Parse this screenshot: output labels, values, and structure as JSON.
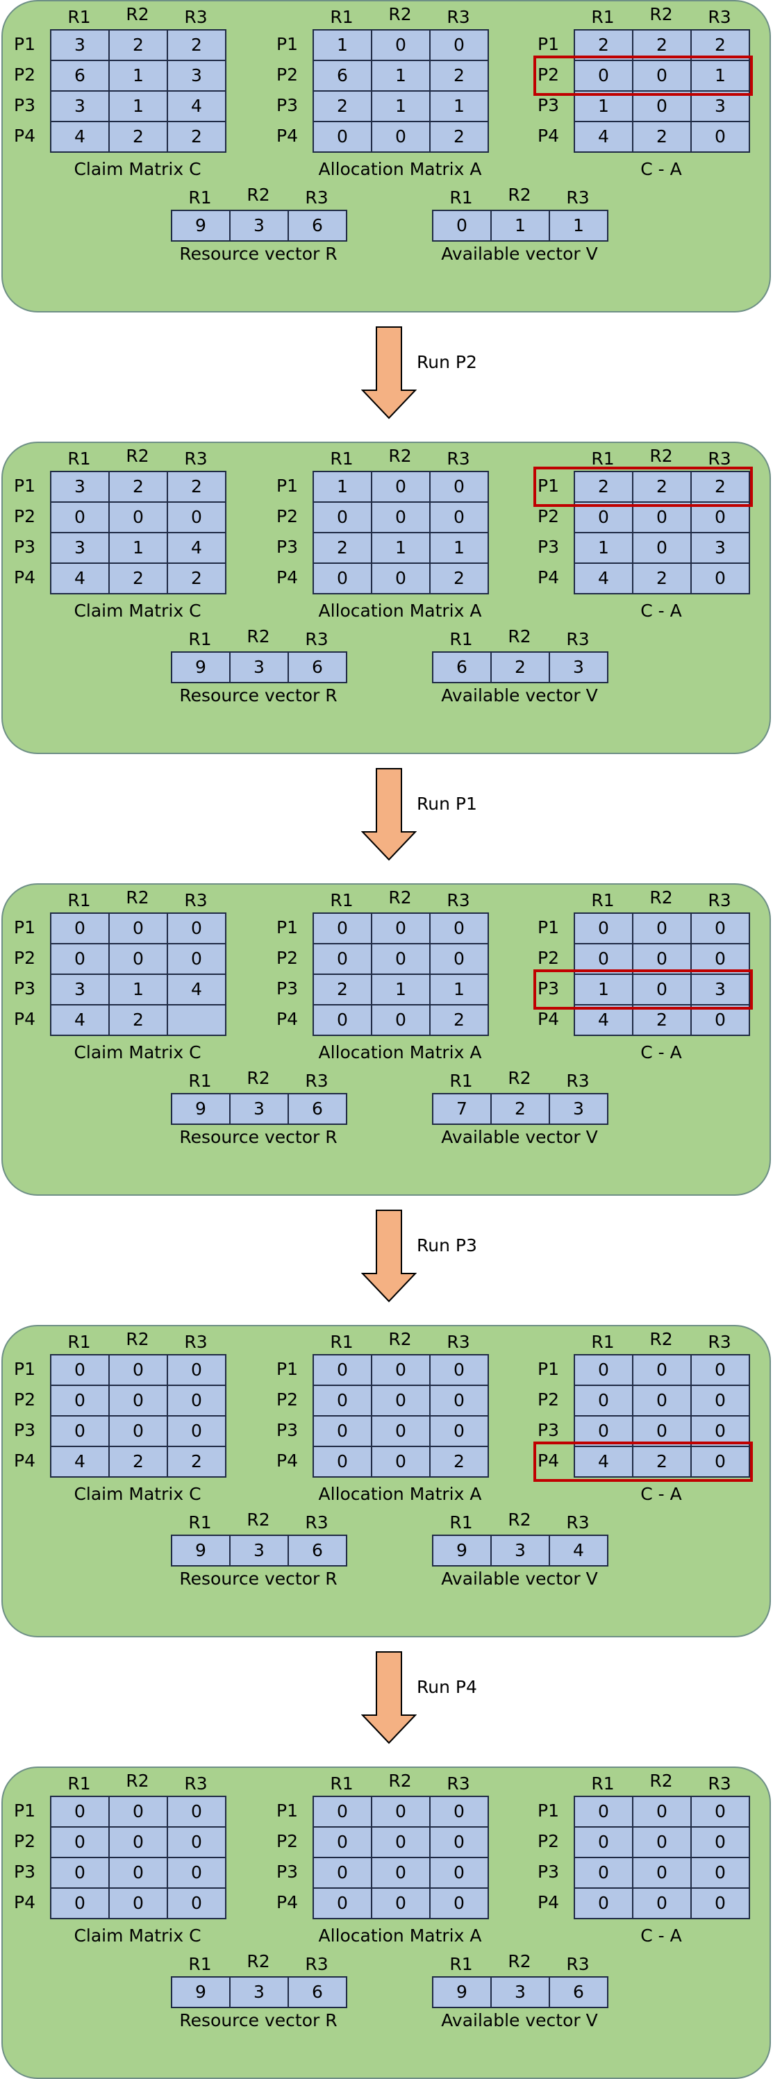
{
  "row_labels": [
    "P1",
    "P2",
    "P3",
    "P4"
  ],
  "col_labels": [
    "R1",
    "R2",
    "R3"
  ],
  "captions": {
    "claim": "Claim Matrix C",
    "alloc": "Allocation Matrix A",
    "need": "C - A",
    "resource": "Resource vector R",
    "available": "Available vector V"
  },
  "colors": {
    "panel": "#a9d18e",
    "cell": "#b4c7e7",
    "highlight": "#c00000",
    "arrow": "#f4b183"
  },
  "icons": {
    "arrow": "down-arrow-icon"
  },
  "steps": [
    {
      "claim": [
        [
          "3",
          "2",
          "2"
        ],
        [
          "6",
          "1",
          "3"
        ],
        [
          "3",
          "1",
          "4"
        ],
        [
          "4",
          "2",
          "2"
        ]
      ],
      "alloc": [
        [
          "1",
          "0",
          "0"
        ],
        [
          "6",
          "1",
          "2"
        ],
        [
          "2",
          "1",
          "1"
        ],
        [
          "0",
          "0",
          "2"
        ]
      ],
      "need": [
        [
          "2",
          "2",
          "2"
        ],
        [
          "0",
          "0",
          "1"
        ],
        [
          "1",
          "0",
          "3"
        ],
        [
          "4",
          "2",
          "0"
        ]
      ],
      "resource": [
        "9",
        "3",
        "6"
      ],
      "available": [
        "0",
        "1",
        "1"
      ],
      "highlight_row": 1,
      "next_label": "Run P2"
    },
    {
      "claim": [
        [
          "3",
          "2",
          "2"
        ],
        [
          "0",
          "0",
          "0"
        ],
        [
          "3",
          "1",
          "4"
        ],
        [
          "4",
          "2",
          "2"
        ]
      ],
      "alloc": [
        [
          "1",
          "0",
          "0"
        ],
        [
          "0",
          "0",
          "0"
        ],
        [
          "2",
          "1",
          "1"
        ],
        [
          "0",
          "0",
          "2"
        ]
      ],
      "need": [
        [
          "2",
          "2",
          "2"
        ],
        [
          "0",
          "0",
          "0"
        ],
        [
          "1",
          "0",
          "3"
        ],
        [
          "4",
          "2",
          "0"
        ]
      ],
      "resource": [
        "9",
        "3",
        "6"
      ],
      "available": [
        "6",
        "2",
        "3"
      ],
      "highlight_row": 0,
      "next_label": "Run P1"
    },
    {
      "claim": [
        [
          "0",
          "0",
          "0"
        ],
        [
          "0",
          "0",
          "0"
        ],
        [
          "3",
          "1",
          "4"
        ],
        [
          "4",
          "2",
          ""
        ]
      ],
      "alloc": [
        [
          "0",
          "0",
          "0"
        ],
        [
          "0",
          "0",
          "0"
        ],
        [
          "2",
          "1",
          "1"
        ],
        [
          "0",
          "0",
          "2"
        ]
      ],
      "need": [
        [
          "0",
          "0",
          "0"
        ],
        [
          "0",
          "0",
          "0"
        ],
        [
          "1",
          "0",
          "3"
        ],
        [
          "4",
          "2",
          "0"
        ]
      ],
      "resource": [
        "9",
        "3",
        "6"
      ],
      "available": [
        "7",
        "2",
        "3"
      ],
      "highlight_row": 2,
      "next_label": "Run P3"
    },
    {
      "claim": [
        [
          "0",
          "0",
          "0"
        ],
        [
          "0",
          "0",
          "0"
        ],
        [
          "0",
          "0",
          "0"
        ],
        [
          "4",
          "2",
          "2"
        ]
      ],
      "alloc": [
        [
          "0",
          "0",
          "0"
        ],
        [
          "0",
          "0",
          "0"
        ],
        [
          "0",
          "0",
          "0"
        ],
        [
          "0",
          "0",
          "2"
        ]
      ],
      "need": [
        [
          "0",
          "0",
          "0"
        ],
        [
          "0",
          "0",
          "0"
        ],
        [
          "0",
          "0",
          "0"
        ],
        [
          "4",
          "2",
          "0"
        ]
      ],
      "resource": [
        "9",
        "3",
        "6"
      ],
      "available": [
        "9",
        "3",
        "4"
      ],
      "highlight_row": 3,
      "next_label": "Run P4"
    },
    {
      "claim": [
        [
          "0",
          "0",
          "0"
        ],
        [
          "0",
          "0",
          "0"
        ],
        [
          "0",
          "0",
          "0"
        ],
        [
          "0",
          "0",
          "0"
        ]
      ],
      "alloc": [
        [
          "0",
          "0",
          "0"
        ],
        [
          "0",
          "0",
          "0"
        ],
        [
          "0",
          "0",
          "0"
        ],
        [
          "0",
          "0",
          "0"
        ]
      ],
      "need": [
        [
          "0",
          "0",
          "0"
        ],
        [
          "0",
          "0",
          "0"
        ],
        [
          "0",
          "0",
          "0"
        ],
        [
          "0",
          "0",
          "0"
        ]
      ],
      "resource": [
        "9",
        "3",
        "6"
      ],
      "available": [
        "9",
        "3",
        "6"
      ],
      "highlight_row": null,
      "next_label": ""
    }
  ]
}
